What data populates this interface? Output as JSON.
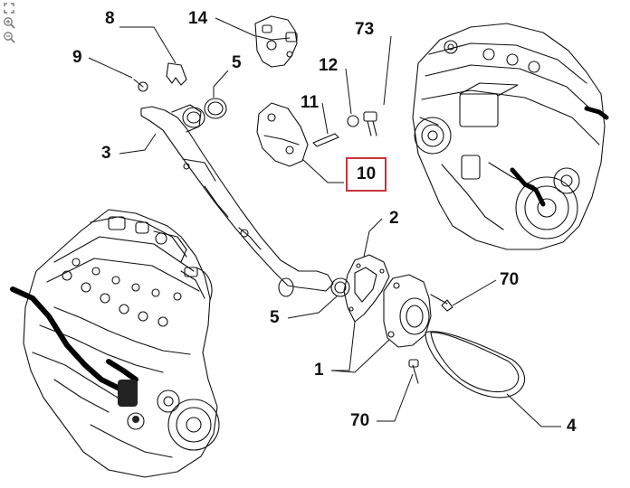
{
  "viewer": {
    "tools": [
      {
        "icon": "fit-to-page-icon"
      },
      {
        "icon": "zoom-in-icon"
      },
      {
        "icon": "zoom-out-icon"
      }
    ]
  },
  "colors": {
    "highlight": "#c8333b",
    "line": "#111111"
  },
  "callouts": {
    "c8": "8",
    "c14": "14",
    "c73": "73",
    "c9": "9",
    "c5a": "5",
    "c12": "12",
    "c11": "11",
    "c3": "3",
    "c10": "10",
    "c2": "2",
    "c70a": "70",
    "c5b": "5",
    "c1": "1",
    "c70b": "70",
    "c4": "4"
  },
  "highlighted_callout": "10"
}
